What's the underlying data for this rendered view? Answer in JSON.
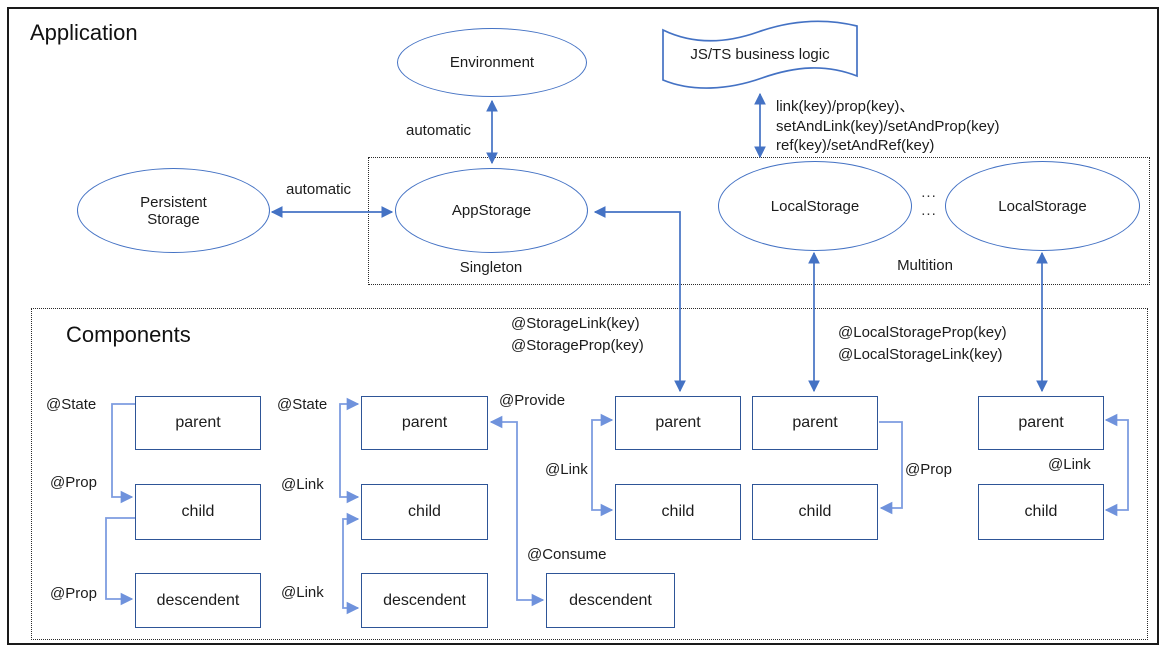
{
  "colors": {
    "shape_blue": "#4472c4",
    "box_blue": "#2e5597",
    "connector_light": "#7d9ce0",
    "text": "#1c1c1c"
  },
  "titles": {
    "application": "Application",
    "components": "Components"
  },
  "storages": {
    "environment": "Environment",
    "business_logic": "JS/TS business logic",
    "persistent_storage": "Persistent Storage",
    "app_storage": "AppStorage",
    "local_storage_a": "LocalStorage",
    "local_storage_b": "LocalStorage",
    "dots_top": "...",
    "dots_bottom": "...",
    "singleton": "Singleton",
    "multition": "Multition"
  },
  "labels": {
    "automatic_environment": "automatic",
    "automatic_persistent": "automatic",
    "api_line_1": "link(key)/prop(key)、",
    "api_line_2": "setAndLink(key)/setAndProp(key)",
    "api_line_3": "ref(key)/setAndRef(key)",
    "storage_link": "@StorageLink(key)",
    "storage_prop": "@StorageProp(key)",
    "local_storage_prop": "@LocalStorageProp(key)",
    "local_storage_link": "@LocalStorageLink(key)"
  },
  "tree1": {
    "state": "@State",
    "prop1": "@Prop",
    "prop2": "@Prop",
    "parent": "parent",
    "child": "child",
    "descendent": "descendent"
  },
  "tree2": {
    "state": "@State",
    "link1": "@Link",
    "link2": "@Link",
    "parent": "parent",
    "child": "child",
    "descendent": "descendent"
  },
  "provide_tree": {
    "provide": "@Provide",
    "consume": "@Consume",
    "descendent": "descendent"
  },
  "tree3": {
    "link": "@Link",
    "parent": "parent",
    "child": "child"
  },
  "tree4": {
    "prop": "@Prop",
    "parent": "parent",
    "child": "child"
  },
  "tree5": {
    "link": "@Link",
    "parent": "parent",
    "child": "child"
  }
}
